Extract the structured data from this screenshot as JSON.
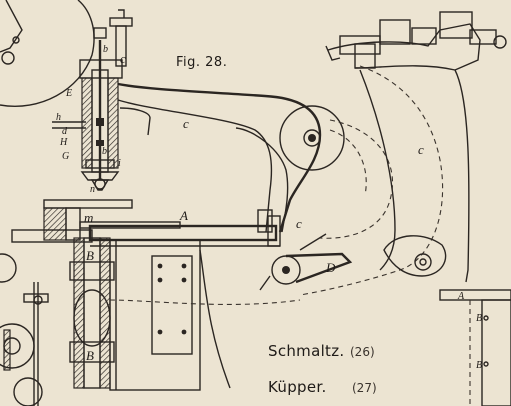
{
  "figure_label": "Fig. 28.",
  "labels": {
    "c_top": "c",
    "c_arm": "c",
    "c_right_arm": "c",
    "c_far": "c",
    "b": "b",
    "e": "E",
    "h_lower": "h",
    "d_lower": "d",
    "h_upper": "H",
    "g": "G",
    "b_lower": "b",
    "i": "i",
    "n": "n",
    "m": "m",
    "a_cap": "A",
    "b_block1": "B",
    "b_block2": "B",
    "d_right": "D",
    "a_right": "A",
    "b_right1": "B",
    "b_right2": "B"
  },
  "captions": [
    {
      "name": "Schmaltz.",
      "number": "(26)"
    },
    {
      "name": "Küpper.",
      "number": "(27)"
    }
  ]
}
